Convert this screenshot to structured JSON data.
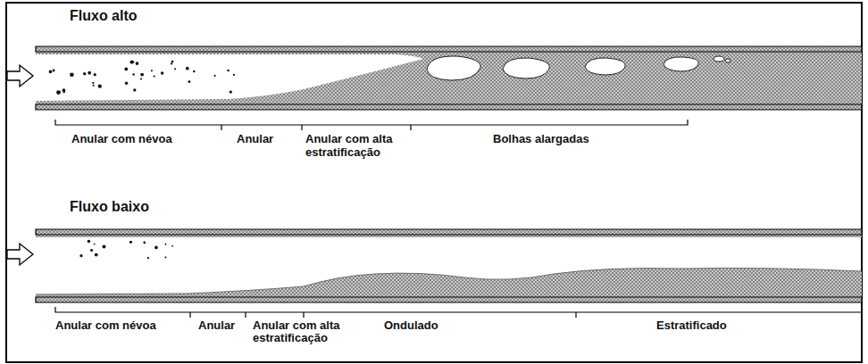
{
  "diagram": {
    "labels": [
      "Fluxo alto",
      "Anular com névoa",
      "Anular",
      "Anular com alta estratificação",
      "Bolhas alargadas",
      "Fluxo baixo",
      "Anular com névoa",
      "Anular",
      "Anular com alta estratificação",
      "Ondulado",
      "Estratificado"
    ]
  }
}
